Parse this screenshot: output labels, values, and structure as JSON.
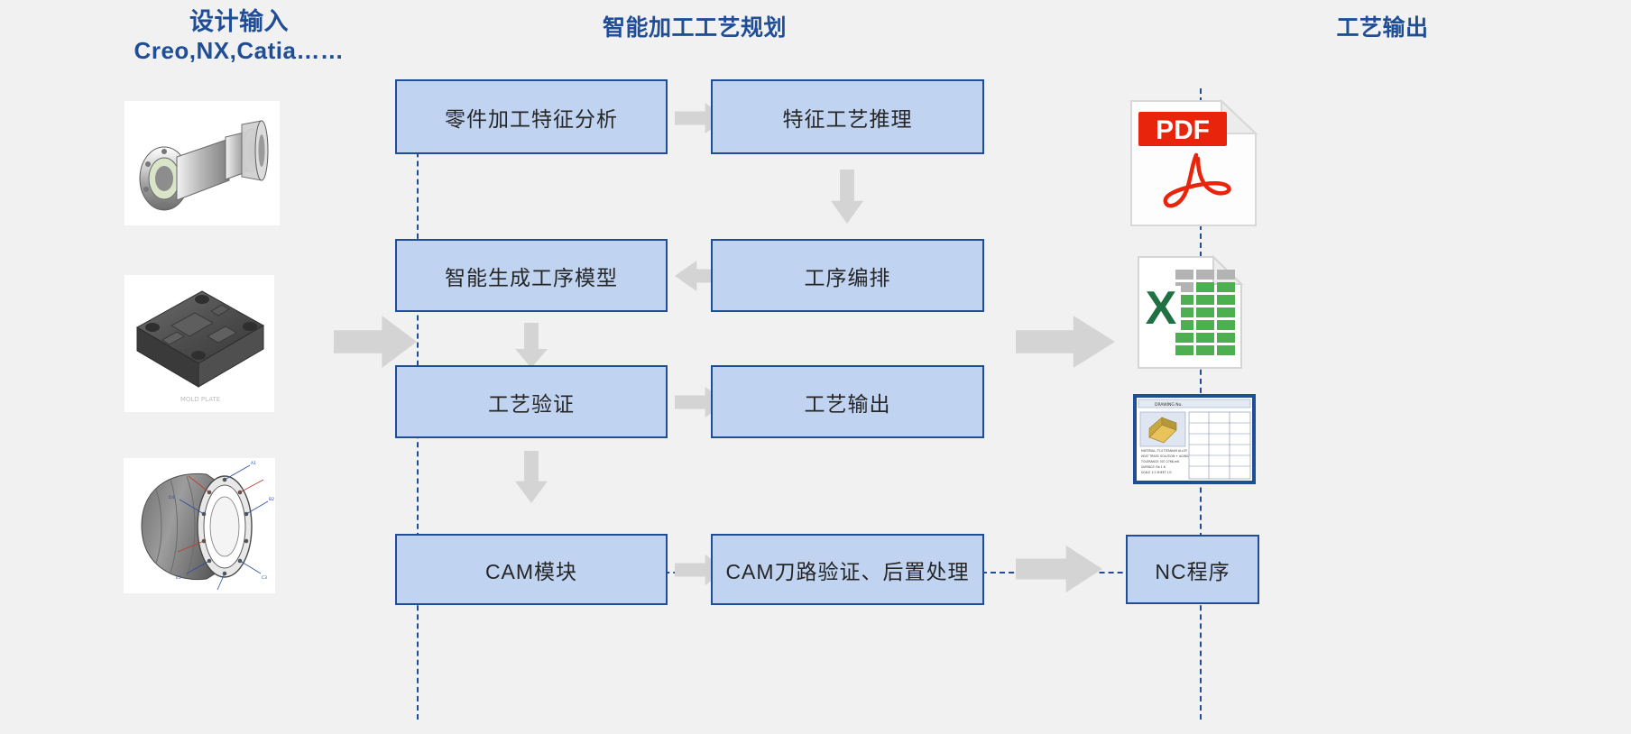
{
  "headers": {
    "design_input": "设计输入",
    "design_input_sub": "Creo,NX,Catia……",
    "planning": "智能加工工艺规划",
    "output": "工艺输出"
  },
  "process_boxes": [
    {
      "id": "feature-analysis",
      "label": "零件加工特征分析"
    },
    {
      "id": "feature-reasoning",
      "label": "特征工艺推理"
    },
    {
      "id": "operation-model",
      "label": "智能生成工序模型"
    },
    {
      "id": "operation-sequence",
      "label": "工序编排"
    },
    {
      "id": "process-validation",
      "label": "工艺验证"
    },
    {
      "id": "process-output",
      "label": "工艺输出"
    },
    {
      "id": "cam-module",
      "label": "CAM模块"
    },
    {
      "id": "cam-toolpath",
      "label": "CAM刀路验证、后置处理"
    }
  ],
  "output_items": [
    {
      "id": "pdf",
      "label": "PDF",
      "icon": "pdf-file-icon"
    },
    {
      "id": "excel",
      "label": "",
      "icon": "excel-file-icon"
    },
    {
      "id": "dwg",
      "label": "",
      "icon": "engineering-drawing-icon"
    },
    {
      "id": "nc",
      "label": "NC程序",
      "icon": ""
    }
  ],
  "input_thumbnails": [
    {
      "id": "part-shaft-housing",
      "icon": "cad-shaft-housing-thumbnail"
    },
    {
      "id": "part-mold-plate",
      "icon": "cad-mold-plate-thumbnail"
    },
    {
      "id": "part-engine-casing",
      "icon": "cad-engine-casing-thumbnail"
    }
  ],
  "arrows": [
    {
      "id": "input-to-planning",
      "direction": "right"
    },
    {
      "id": "analysis-to-reasoning",
      "direction": "right"
    },
    {
      "id": "reasoning-to-sequence",
      "direction": "down"
    },
    {
      "id": "sequence-to-model",
      "direction": "left"
    },
    {
      "id": "model-to-validation",
      "direction": "down"
    },
    {
      "id": "validation-to-output",
      "direction": "right"
    },
    {
      "id": "output-to-cam",
      "direction": "down"
    },
    {
      "id": "cam-to-toolpath",
      "direction": "right"
    },
    {
      "id": "planning-to-output",
      "direction": "right"
    },
    {
      "id": "toolpath-to-nc",
      "direction": "right"
    }
  ],
  "colors": {
    "accent_blue": "#1f4e96",
    "box_fill": "#c0d3f0",
    "arrow_grey": "#d4d4d4",
    "background": "#f1f1f1",
    "pdf_red": "#e8250c",
    "excel_green": "#1f7144"
  }
}
